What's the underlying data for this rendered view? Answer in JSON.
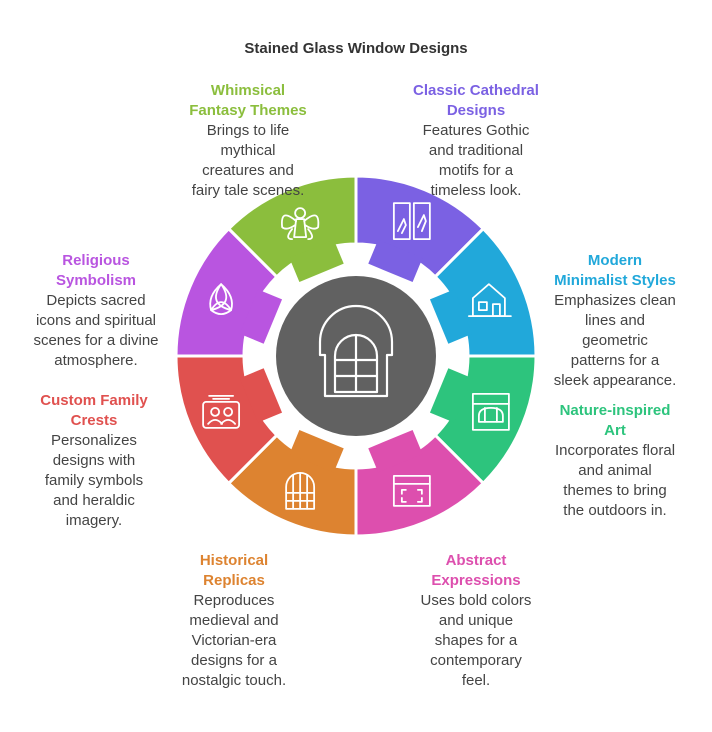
{
  "title": "Stained Glass Window Designs",
  "center_icon": "arched-window-icon",
  "center_color": "#616161",
  "segments": [
    {
      "id": "classic",
      "title1": "Classic Cathedral",
      "title2": "Designs",
      "desc": [
        "Features Gothic",
        "and traditional",
        "motifs for a",
        "timeless look."
      ],
      "color": "#7B61E3",
      "icon": "stained-glass-panel-icon"
    },
    {
      "id": "modern",
      "title1": "Modern",
      "title2": "Minimalist Styles",
      "desc": [
        "Emphasizes clean",
        "lines and",
        "geometric",
        "patterns for a",
        "sleek appearance."
      ],
      "color": "#21A8DA",
      "icon": "modern-house-icon"
    },
    {
      "id": "nature",
      "title1": "Nature-inspired",
      "title2": "Art",
      "desc": [
        "Incorporates floral",
        "and animal",
        "themes to bring",
        "the outdoors in."
      ],
      "color": "#2DC47D",
      "icon": "bread-display-icon"
    },
    {
      "id": "abstract",
      "title1": "Abstract",
      "title2": "Expressions",
      "desc": [
        "Uses bold colors",
        "and unique",
        "shapes for a",
        "contemporary",
        "feel."
      ],
      "color": "#DD4FAE",
      "icon": "expand-window-icon"
    },
    {
      "id": "historical",
      "title1": "Historical",
      "title2": "Replicas",
      "desc": [
        "Reproduces",
        "medieval and",
        "Victorian-era",
        "designs for a",
        "nostalgic touch."
      ],
      "color": "#DD8330",
      "icon": "arched-door-icon"
    },
    {
      "id": "custom",
      "title1": "Custom Family",
      "title2": "Crests",
      "desc": [
        "Personalizes",
        "designs with",
        "family symbols",
        "and heraldic",
        "imagery."
      ],
      "color": "#E0514F",
      "icon": "family-id-card-icon"
    },
    {
      "id": "religious",
      "title1": "Religious",
      "title2": "Symbolism",
      "desc": [
        "Depicts sacred",
        "icons and spiritual",
        "scenes for a divine",
        "atmosphere."
      ],
      "color": "#B955E0",
      "icon": "triquetra-icon"
    },
    {
      "id": "whimsical",
      "title1": "Whimsical",
      "title2": "Fantasy Themes",
      "desc": [
        "Brings to life",
        "mythical",
        "creatures and",
        "fairy tale scenes."
      ],
      "color": "#8BBE3D",
      "icon": "fairy-icon"
    }
  ]
}
